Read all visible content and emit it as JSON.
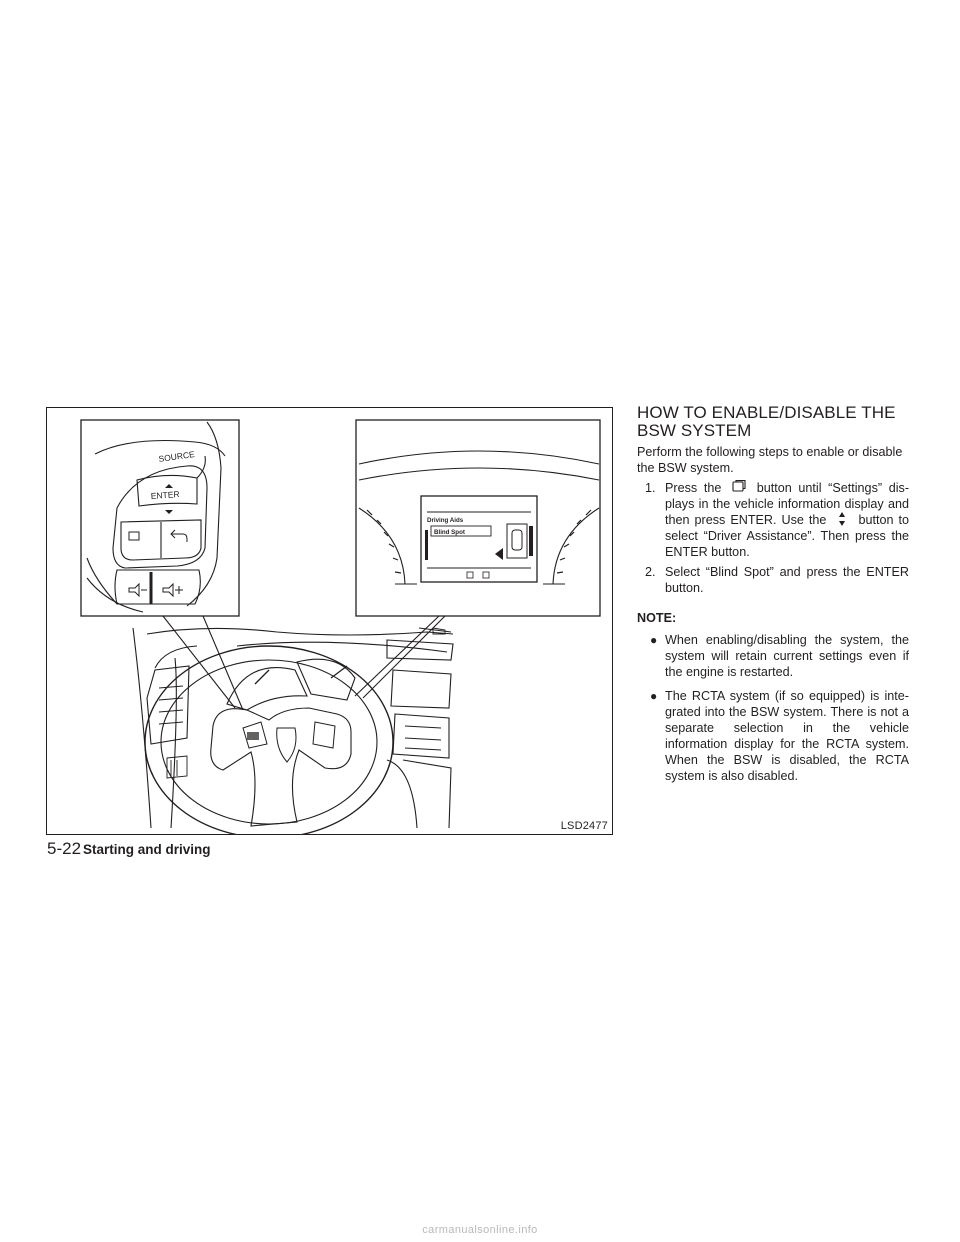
{
  "figure": {
    "code": "LSD2477",
    "steering_buttons": {
      "source_label": "SOURCE",
      "enter_label": "ENTER"
    },
    "display": {
      "menu_title": "Driving Aids",
      "menu_item": "Blind Spot"
    }
  },
  "section": {
    "heading_line1": "HOW TO ENABLE/DISABLE THE",
    "heading_line2": "BSW SYSTEM",
    "intro": "Perform the following steps to enable or disable the BSW system.",
    "steps": [
      {
        "number": "1.",
        "text_a": "Press the",
        "text_b": "button until “Settings” dis- plays in the vehicle information display and then press ENTER. Use the",
        "text_c": "button to select “Driver Assistance”. Then press the ENTER button."
      },
      {
        "number": "2.",
        "text": "Select “Blind Spot” and press the ENTER button."
      }
    ],
    "note_label": "NOTE:",
    "notes": [
      "When enabling/disabling the system, the system will retain current settings even if the engine is restarted.",
      "The RCTA system (if so equipped) is inte- grated into the BSW system. There is not a separate selection in the vehicle information display for the RCTA system. When the BSW is disabled, the RCTA system is also disabled."
    ]
  },
  "footer": {
    "page_number": "5-22",
    "chapter": "Starting and driving"
  },
  "watermark": "carmanualsonline.info",
  "icons": [
    "menu-button-icon",
    "up-down-arrow-icon",
    "bullet-icon"
  ]
}
